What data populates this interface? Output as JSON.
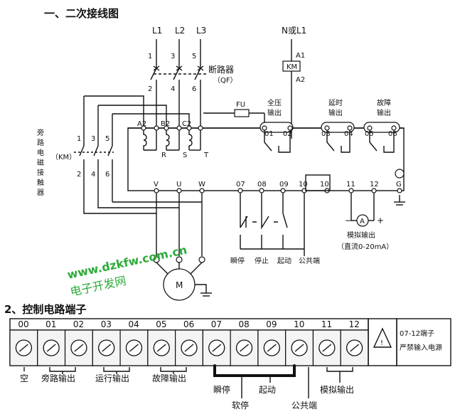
{
  "section1_title": "一、二次接线图",
  "section2_title": "2、控制电路端子",
  "supply": {
    "phases": [
      "L1",
      "L2",
      "L3"
    ],
    "control_supply": "N或L1",
    "breaker_label": "断路器",
    "breaker_code": "（QF）",
    "breaker_top_terminals": [
      "1",
      "3",
      "5"
    ],
    "breaker_bottom_terminals": [
      "2",
      "4",
      "6"
    ]
  },
  "contactor": {
    "km_box": "KM",
    "coil_terminals": [
      "A1",
      "A2"
    ],
    "bypass_label_chars": [
      "旁",
      "路",
      "电",
      "磁",
      "接",
      "触",
      "器"
    ],
    "bypass_code": "（KM）",
    "top_terminals": [
      "1",
      "3",
      "5"
    ],
    "bottom_terminals": [
      "2",
      "4",
      "6"
    ]
  },
  "fuse": "FU",
  "softstarter": {
    "power_terminals": [
      "A2",
      "B2",
      "C2"
    ],
    "transformer_labels": [
      "R",
      "S",
      "T"
    ],
    "output_terminals": [
      "V",
      "U",
      "W"
    ],
    "relay_groups": [
      {
        "title_line1": "全压",
        "title_line2": "输出",
        "terminals": [
          "01",
          "02"
        ]
      },
      {
        "title_line1": "延时",
        "title_line2": "输出",
        "terminals": [
          "03",
          "04"
        ]
      },
      {
        "title_line1": "故障",
        "title_line2": "输出",
        "terminals": [
          "05",
          "06"
        ]
      }
    ],
    "bottom_terminals": [
      "07",
      "08",
      "09",
      "10",
      "10",
      "11",
      "12",
      "G"
    ],
    "switch_labels": [
      "瞬停",
      "停止",
      "起动",
      "公共端"
    ],
    "analog_title": "模拟输出",
    "analog_range": "（直流0-20mA）",
    "meter_symbol": "A",
    "minus": "−",
    "plus": "+"
  },
  "motor": "M",
  "watermark": {
    "url": "www.dzkfw.com.cn",
    "name": "电子开发网"
  },
  "terminal_strip": {
    "numbers": [
      "00",
      "01",
      "02",
      "03",
      "04",
      "05",
      "06",
      "07",
      "08",
      "09",
      "10",
      "11",
      "12"
    ],
    "warning_symbol": "!",
    "warning_line1": "07-12端子",
    "warning_line2": "严禁输入电源",
    "labels": {
      "empty": "空",
      "bypass_output": "旁路输出",
      "run_output": "运行输出",
      "fault_output": "故障输出",
      "instant_stop": "瞬停",
      "start": "起动",
      "soft_stop": "软停",
      "common": "公共端",
      "analog_output": "模拟输出"
    }
  }
}
